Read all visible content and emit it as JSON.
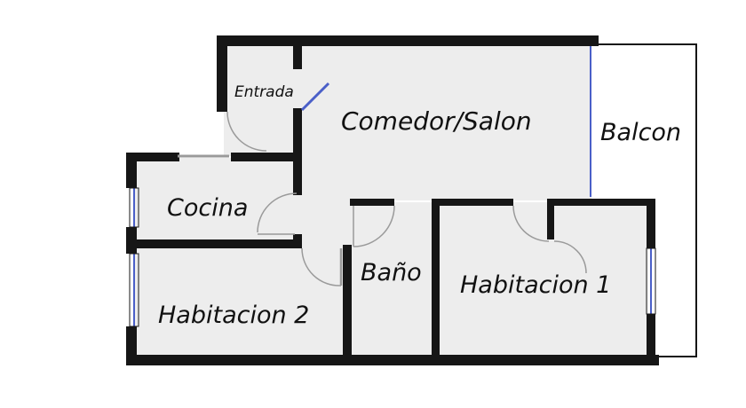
{
  "colors": {
    "wall": "#161616",
    "floor": "#ededed",
    "window": "#4a5fc8",
    "door_arc": "#9a9a9a",
    "background": "#ffffff"
  },
  "rooms": {
    "entrada": "Entrada",
    "comedor_salon": "Comedor/Salon",
    "balcon": "Balcon",
    "cocina": "Cocina",
    "bano": "Baño",
    "habitacion_1": "Habitacion 1",
    "habitacion_2": "Habitacion 2"
  }
}
